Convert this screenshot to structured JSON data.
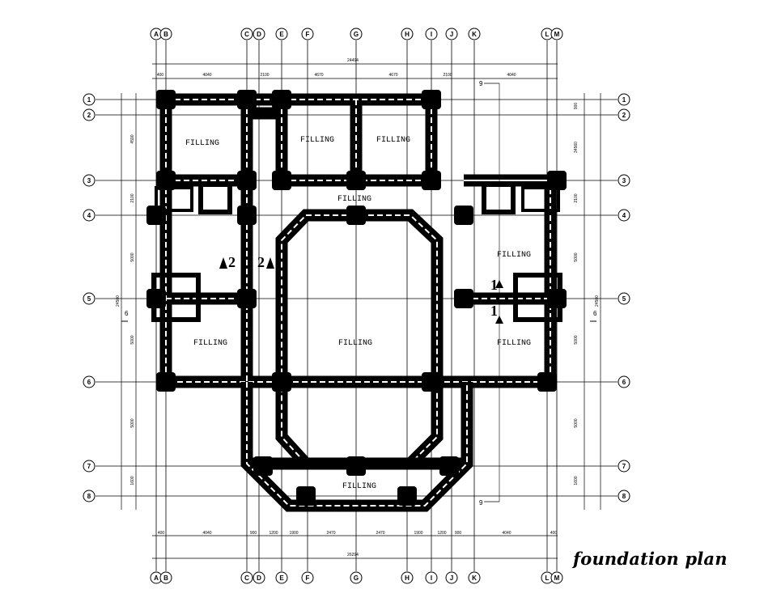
{
  "title": "foundation plan",
  "axes_x": [
    {
      "letter": "A"
    },
    {
      "letter": "B"
    },
    {
      "letter": "C"
    },
    {
      "letter": "D"
    },
    {
      "letter": "E"
    },
    {
      "letter": "F"
    },
    {
      "letter": "G"
    },
    {
      "letter": "H"
    },
    {
      "letter": "I"
    },
    {
      "letter": "J"
    },
    {
      "letter": "K"
    },
    {
      "letter": "L"
    },
    {
      "letter": "M"
    }
  ],
  "axes_y": [
    "1",
    "2",
    "3",
    "4",
    "5",
    "6",
    "7",
    "8"
  ],
  "top_dims": {
    "overall": "24494",
    "segments": [
      "400",
      "4040",
      "2100",
      "4670",
      "4670",
      "2100",
      "4040"
    ]
  },
  "bottom_dims": {
    "overall": "26294",
    "segments": [
      "400",
      "4040",
      "900",
      "1200",
      "1900",
      "2470",
      "2470",
      "1900",
      "1200",
      "900",
      "4040",
      "400"
    ]
  },
  "left_dims": [
    "4590",
    "2100",
    "5000",
    "5000",
    "5000",
    "1600"
  ],
  "left_overall": "24500",
  "right_dims": [
    "900",
    "34560",
    "2100",
    "5000",
    "5000",
    "5000",
    "1600"
  ],
  "right_overall": "24500",
  "rooms": [
    "FILLING",
    "FILLING",
    "FILLING",
    "FILLING",
    "FILLING",
    "FILLING",
    "FILLING",
    "FILLING",
    "FILLING"
  ],
  "section_marks": {
    "left": "6",
    "right": "6",
    "top": "9",
    "bottom": "9",
    "s1": "1",
    "s2": "2"
  }
}
